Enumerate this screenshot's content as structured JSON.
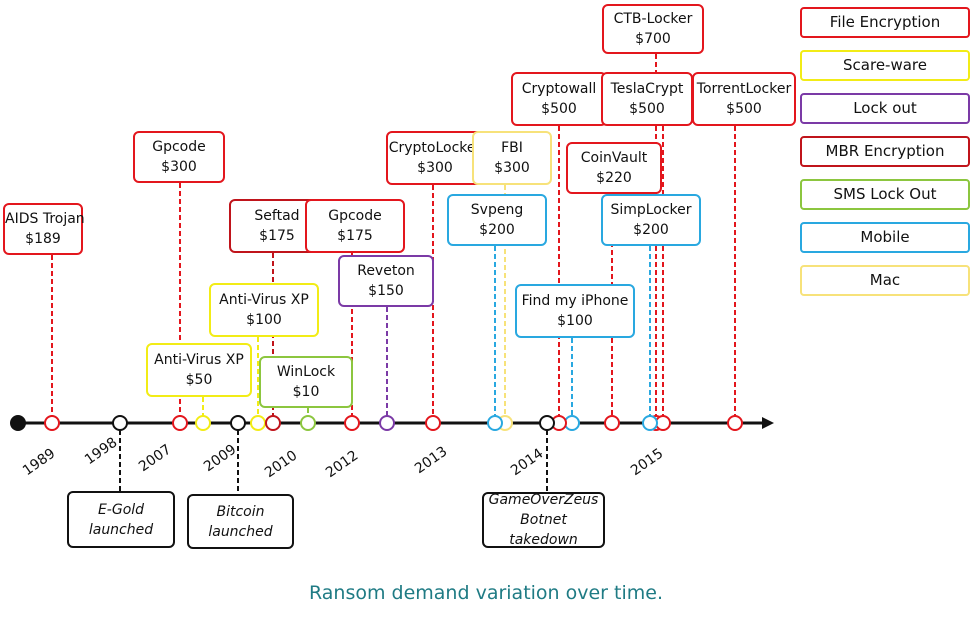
{
  "colors": {
    "file_encryption": "#e3161d",
    "scare_ware": "#f2ec16",
    "lock_out": "#7b3aa6",
    "mbr_encryption": "#c0141b",
    "sms_lock_out": "#8cc63f",
    "mobile": "#29a8e0",
    "mac": "#f7e27a",
    "event": "#111111",
    "caption": "#1f7b84"
  },
  "legend": [
    {
      "label": "File Encryption",
      "category": "file_encryption"
    },
    {
      "label": "Scare-ware",
      "category": "scare_ware"
    },
    {
      "label": "Lock out",
      "category": "lock_out"
    },
    {
      "label": "MBR Encryption",
      "category": "mbr_encryption"
    },
    {
      "label": "SMS Lock Out",
      "category": "sms_lock_out"
    },
    {
      "label": "Mobile",
      "category": "mobile"
    },
    {
      "label": "Mac",
      "category": "mac"
    }
  ],
  "years": [
    "1989",
    "1998",
    "2007",
    "2009",
    "2010",
    "2012",
    "2013",
    "2014",
    "2015"
  ],
  "ransomware": [
    {
      "name": "AIDS Trojan",
      "price": "$189",
      "category": "file_encryption"
    },
    {
      "name": "Gpcode",
      "price": "$300",
      "category": "file_encryption"
    },
    {
      "name": "Anti-Virus XP",
      "price": "$50",
      "category": "scare_ware"
    },
    {
      "name": "Anti-Virus XP",
      "price": "$100",
      "category": "scare_ware"
    },
    {
      "name": "Seftad",
      "price": "$175",
      "category": "mbr_encryption"
    },
    {
      "name": "Gpcode",
      "price": "$175",
      "category": "file_encryption"
    },
    {
      "name": "WinLock",
      "price": "$10",
      "category": "sms_lock_out"
    },
    {
      "name": "Reveton",
      "price": "$150",
      "category": "lock_out"
    },
    {
      "name": "CryptoLocker",
      "price": "$300",
      "category": "file_encryption"
    },
    {
      "name": "FBI",
      "price": "$300",
      "category": "mac"
    },
    {
      "name": "Svpeng",
      "price": "$200",
      "category": "mobile"
    },
    {
      "name": "Find my iPhone",
      "price": "$100",
      "category": "mobile"
    },
    {
      "name": "Cryptowall",
      "price": "$500",
      "category": "file_encryption"
    },
    {
      "name": "CTB-Locker",
      "price": "$700",
      "category": "file_encryption"
    },
    {
      "name": "TeslaCrypt",
      "price": "$500",
      "category": "file_encryption"
    },
    {
      "name": "CoinVault",
      "price": "$220",
      "category": "file_encryption"
    },
    {
      "name": "SimpLocker",
      "price": "$200",
      "category": "mobile"
    },
    {
      "name": "TorrentLocker",
      "price": "$500",
      "category": "file_encryption"
    }
  ],
  "events": [
    {
      "line1": "E-Gold",
      "line2": "launched"
    },
    {
      "line1": "Bitcoin",
      "line2": "launched"
    },
    {
      "line1": "GameOverZeus",
      "line2": "Botnet takedown"
    }
  ],
  "caption": "Ransom demand variation over time."
}
